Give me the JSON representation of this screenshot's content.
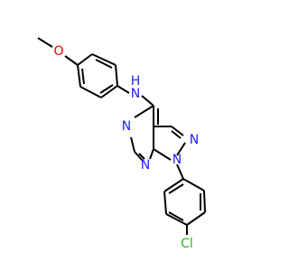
{
  "molecule": {
    "atom_labels": {
      "oxygen": "O",
      "amine_n": "N",
      "amine_h": "H",
      "pyrimidine_n_top": "N",
      "pyrimidine_n_bottom": "N",
      "pyrazole_n_right": "N",
      "pyrazole_n1": "N",
      "chlorine": "Cl"
    },
    "colors": {
      "bond": "#000000",
      "nitrogen": "#2222ee",
      "oxygen": "#ee0000",
      "chlorine": "#22bb22",
      "background": "#ffffff"
    }
  }
}
